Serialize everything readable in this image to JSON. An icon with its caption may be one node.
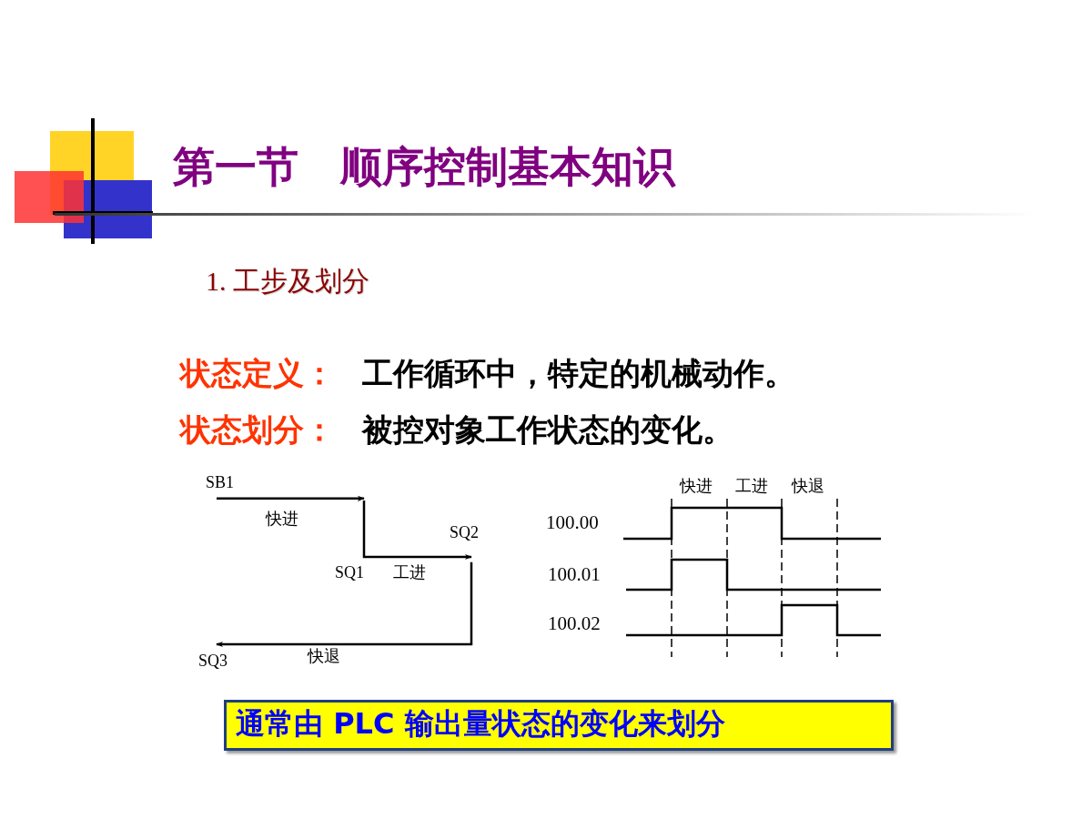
{
  "diagram": {
    "title": "第一节　顺序控制基本知识",
    "nodes": [
      {
        "text": [
          "SB1"
        ]
      },
      {
        "text": [
          "SQ1"
        ]
      },
      {
        "text": [
          "SQ2"
        ]
      },
      {
        "text": [
          "SQ3"
        ]
      },
      {
        "text": [
          "通常由 PLC 输出量状态的变化来划分"
        ]
      }
    ],
    "edges": [
      {
        "from": 0,
        "to": null,
        "arrow": "to",
        "label": "快进"
      },
      {
        "from": 1,
        "to": 2,
        "arrow": "to",
        "label": "工进"
      },
      {
        "from": 2,
        "to": 3,
        "arrow": "to",
        "label": "快退"
      }
    ],
    "labels": [
      "1. 工步及划分",
      "状态定义：",
      "工作循环中，特定的机械动作。",
      "状态划分：",
      "被控对象工作状态的变化。",
      "快进",
      "工进",
      "快退",
      "100.00",
      "100.01",
      "100.02"
    ]
  }
}
